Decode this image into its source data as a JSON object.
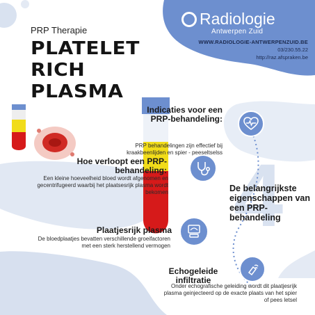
{
  "header": {
    "subtitle": "PRP Therapie",
    "title_lines": [
      "PLATELET",
      "RICH",
      "PLASMA"
    ]
  },
  "brand": {
    "name": "Radiologie",
    "location": "Antwerpen Zuid",
    "website": "WWW.RADIOLOGIE-ANTWERPENZUID.BE",
    "phone": "03/230.55.22",
    "booking": "http://raz.afspraken.be"
  },
  "sections": {
    "indications": {
      "heading": "Indicaties voor een PRP-behandeling:",
      "body": "PRP behandelingen zijn effectief bij kraakbeenlijden en spier - peeseltselss"
    },
    "procedure": {
      "heading": "Hoe verloopt een PRP-behandeling:",
      "body": "Een kleine hoeveelheid bloed wordt afgenomen en gecentrifugeerd waarbij het plaatsesrijk plasma wordt bekomen"
    },
    "key_features": {
      "heading": "De belangrijkste eigenschappen van een PRP-behandeling",
      "number": "4"
    },
    "platelet_plasma": {
      "heading": "Plaatjesrijk plasma",
      "body": "De bloedplaatjes bevatten verschillende groeifactoren met een sterk herstellend vermogen"
    },
    "ultrasound": {
      "heading": "Echogeleide infiltratie",
      "body": "Onder echografische geleiding wordt dit plaatjesrijk plasma geinjecteerd op de exacte plaats van het spier of pees letsel"
    }
  },
  "icons": [
    "heart-monitor-icon",
    "stethoscope-icon",
    "ultrasound-machine-icon",
    "ultrasound-probe-icon"
  ],
  "colors": {
    "blue": "#6d8fcf",
    "light_blue": "#c9d6ea",
    "yellow": "#f1dc1a",
    "red": "#d61a1a",
    "dark": "#141414"
  }
}
